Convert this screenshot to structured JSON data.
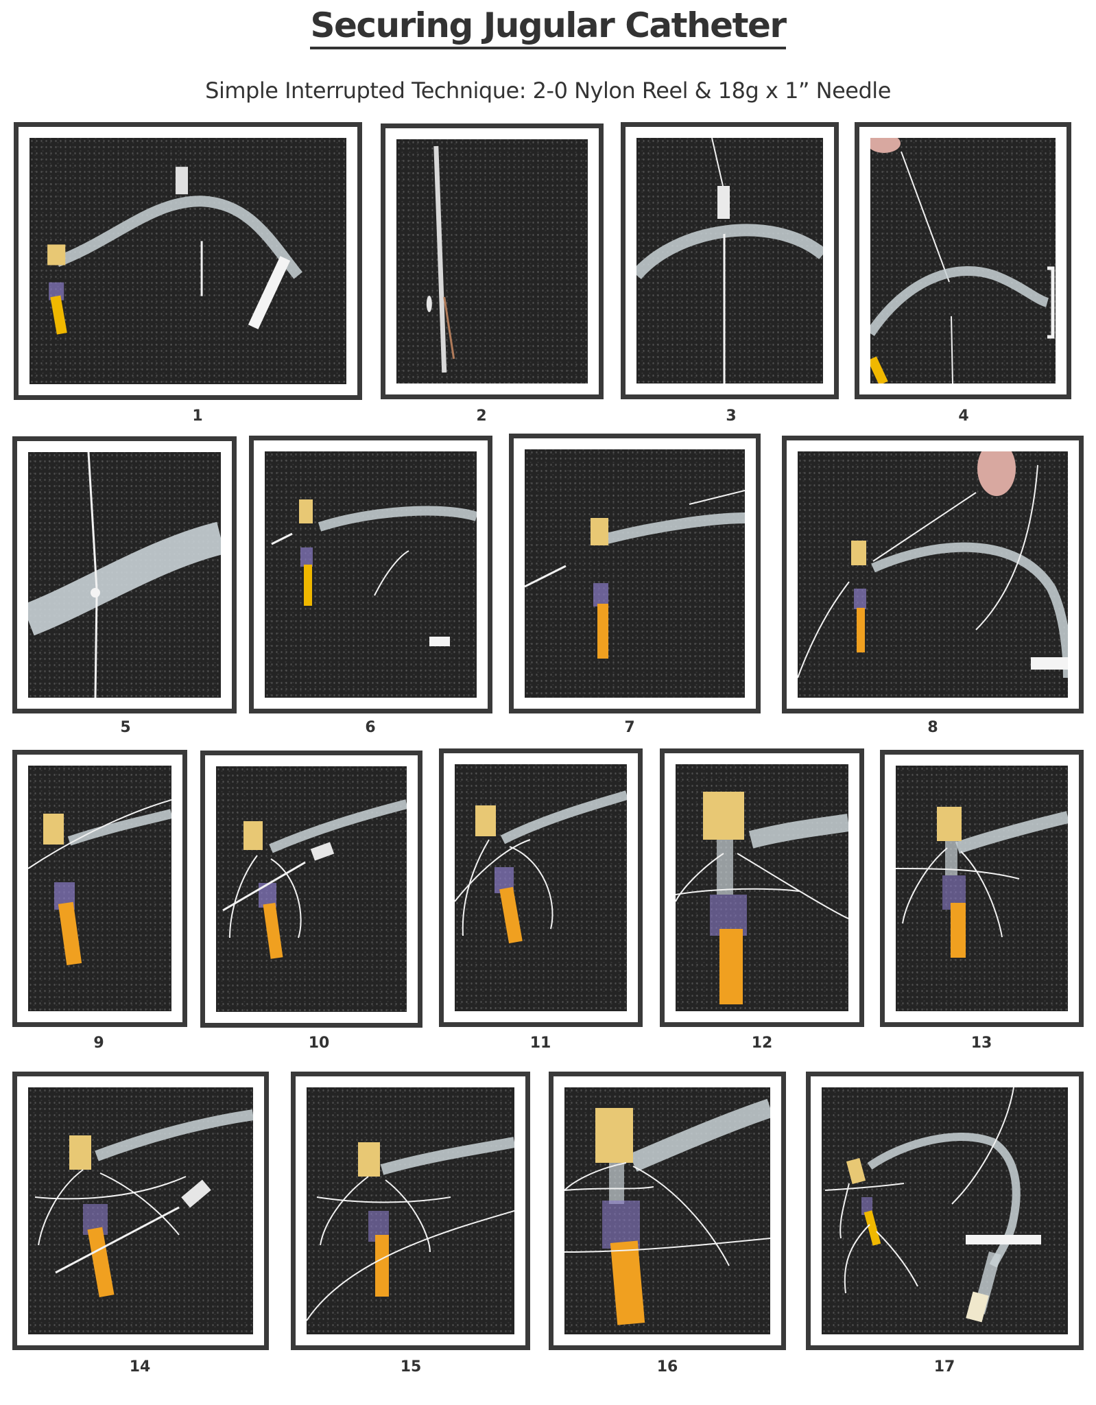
{
  "document": {
    "title": "Securing Jugular Catheter",
    "subtitle": "Simple Interrupted Technique: 2-0 Nylon Reel & 18g x 1” Needle"
  },
  "steps": [
    {
      "number": "1",
      "image": "catheter-with-needle-and-suture-overview"
    },
    {
      "number": "2",
      "image": "needle-closeup-with-suture"
    },
    {
      "number": "3",
      "image": "needle-passing-under-catheter-tube"
    },
    {
      "number": "4",
      "image": "suture-threaded-through-needle-under-tube"
    },
    {
      "number": "5",
      "image": "suture-knot-around-tube-closeup"
    },
    {
      "number": "6",
      "image": "catheter-hub-with-needle"
    },
    {
      "number": "7",
      "image": "catheter-hub-needle-beside"
    },
    {
      "number": "8",
      "image": "fingers-holding-needle-threading-suture"
    },
    {
      "number": "9",
      "image": "suture-wrapped-at-hub-junction"
    },
    {
      "number": "10",
      "image": "suture-ends-around-hub-with-needle"
    },
    {
      "number": "11",
      "image": "suture-ends-crossing-at-hub"
    },
    {
      "number": "12",
      "image": "suture-tied-at-hub-closeup"
    },
    {
      "number": "13",
      "image": "second-tie-below-hub"
    },
    {
      "number": "14",
      "image": "needle-adjacent-to-tied-hub"
    },
    {
      "number": "15",
      "image": "suture-threaded-past-hub"
    },
    {
      "number": "16",
      "image": "third-tie-around-orange-hub-closeup"
    },
    {
      "number": "17",
      "image": "completed-secured-catheter-overview"
    }
  ],
  "colors": {
    "frame_border": "#3a3a3a",
    "photo_background": "#242424",
    "hub_yellow": "#e8c874",
    "hub_orange": "#f0a020",
    "clamp_purple": "#8a7cc8",
    "tube_clear": "#c9d2d6",
    "suture_white": "#f2f2f2"
  }
}
